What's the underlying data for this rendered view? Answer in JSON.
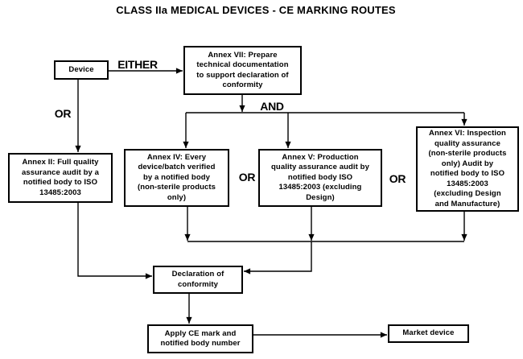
{
  "title": "CLASS IIa MEDICAL DEVICES - CE MARKING ROUTES",
  "nodes": {
    "device": {
      "label": "Device"
    },
    "annex_vii": {
      "label": "Annex VII: Prepare\ntechnical documentation\nto support declaration of\nconformity"
    },
    "annex_ii": {
      "label": "Annex II: Full quality\nassurance audit by a\nnotified body to ISO\n13485:2003"
    },
    "annex_iv": {
      "label": "Annex IV: Every\ndevice/batch verified\nby a notified body\n(non-sterile products\nonly)"
    },
    "annex_v": {
      "label": "Annex V: Production\nquality assurance audit by\nnotified body ISO\n13485:2003 (excluding\nDesign)"
    },
    "annex_vi": {
      "label": "Annex VI: Inspection\nquality assurance\n(non-sterile products\nonly) Audit by\nnotified body to ISO\n13485:2003\n(excluding Design\nand Manufacture)"
    },
    "declaration": {
      "label": "Declaration of\nconformity"
    },
    "apply_ce": {
      "label": "Apply CE mark and\nnotified body number"
    },
    "market": {
      "label": "Market device"
    }
  },
  "edge_labels": {
    "either": "EITHER",
    "or_left": "OR",
    "and": "AND",
    "or_mid": "OR",
    "or_right": "OR"
  },
  "colors": {
    "line": "#000000",
    "box_border": "#000000",
    "box_fill": "#ffffff",
    "background": "#ffffff",
    "text": "#000000"
  }
}
